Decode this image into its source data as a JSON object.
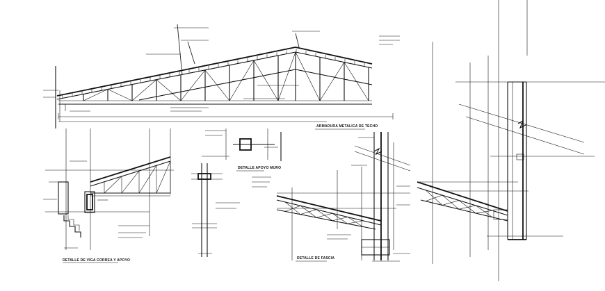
{
  "drawing": {
    "labels": {
      "truss_title": "ARMADURA METALICA DE TECHO",
      "detail_beam_support": "DETALLE DE VIGA CORREA Y APOYO",
      "detail_fascia": "DETALLE DE FASCIA",
      "detail_support_wall": "DETALLE APOYO MURO"
    },
    "colors": {
      "line": "#111111",
      "background": "#ffffff"
    }
  }
}
